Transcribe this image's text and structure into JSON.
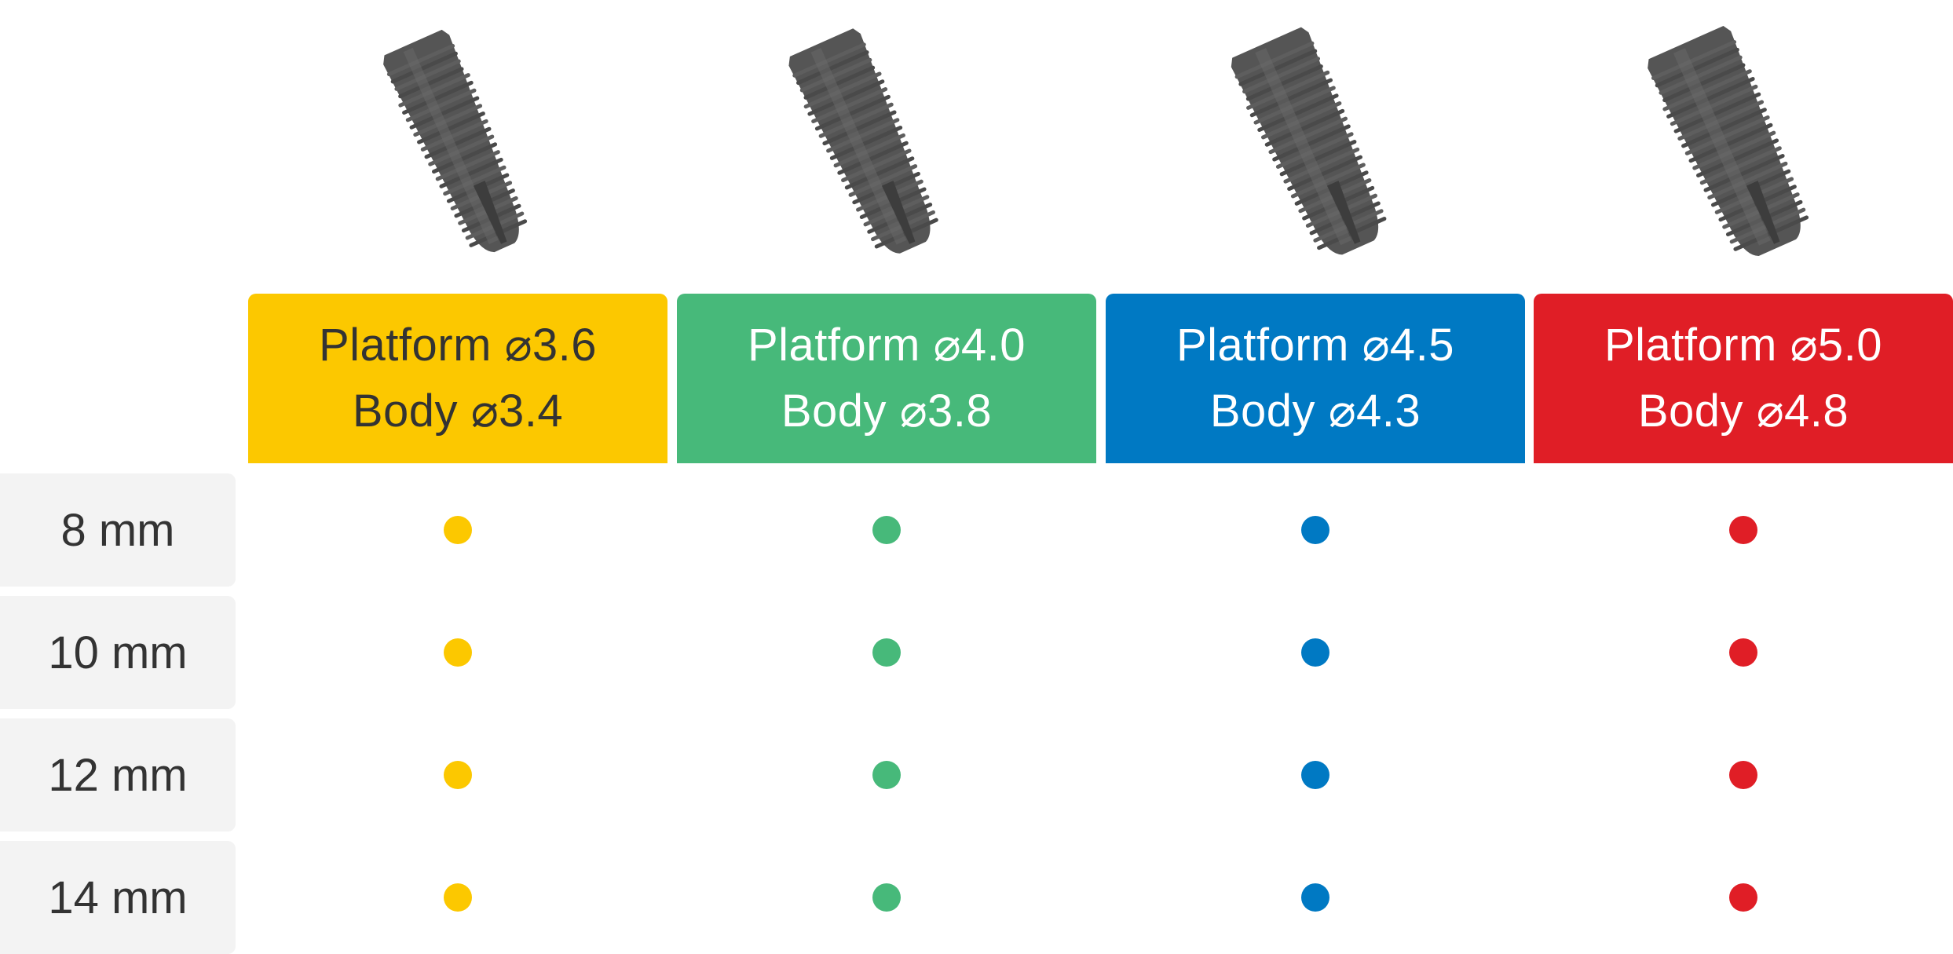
{
  "columns": [
    {
      "platform_label": "Platform ⌀3.6",
      "body_label": "Body ⌀3.4",
      "color": "#FCC800",
      "text_color": "#333333",
      "icon": "dental-implant-icon"
    },
    {
      "platform_label": "Platform ⌀4.0",
      "body_label": "Body ⌀3.8",
      "color": "#47B97A",
      "text_color": "#ffffff",
      "icon": "dental-implant-icon"
    },
    {
      "platform_label": "Platform ⌀4.5",
      "body_label": "Body ⌀4.3",
      "color": "#0079C3",
      "text_color": "#ffffff",
      "icon": "dental-implant-icon"
    },
    {
      "platform_label": "Platform ⌀5.0",
      "body_label": "Body ⌀4.8",
      "color": "#E01E26",
      "text_color": "#ffffff",
      "icon": "dental-implant-icon"
    }
  ],
  "rows": [
    {
      "label": "8 mm",
      "available": [
        true,
        true,
        true,
        true
      ]
    },
    {
      "label": "10 mm",
      "available": [
        true,
        true,
        true,
        true
      ]
    },
    {
      "label": "12 mm",
      "available": [
        true,
        true,
        true,
        true
      ]
    },
    {
      "label": "14 mm",
      "available": [
        true,
        true,
        true,
        true
      ]
    }
  ]
}
